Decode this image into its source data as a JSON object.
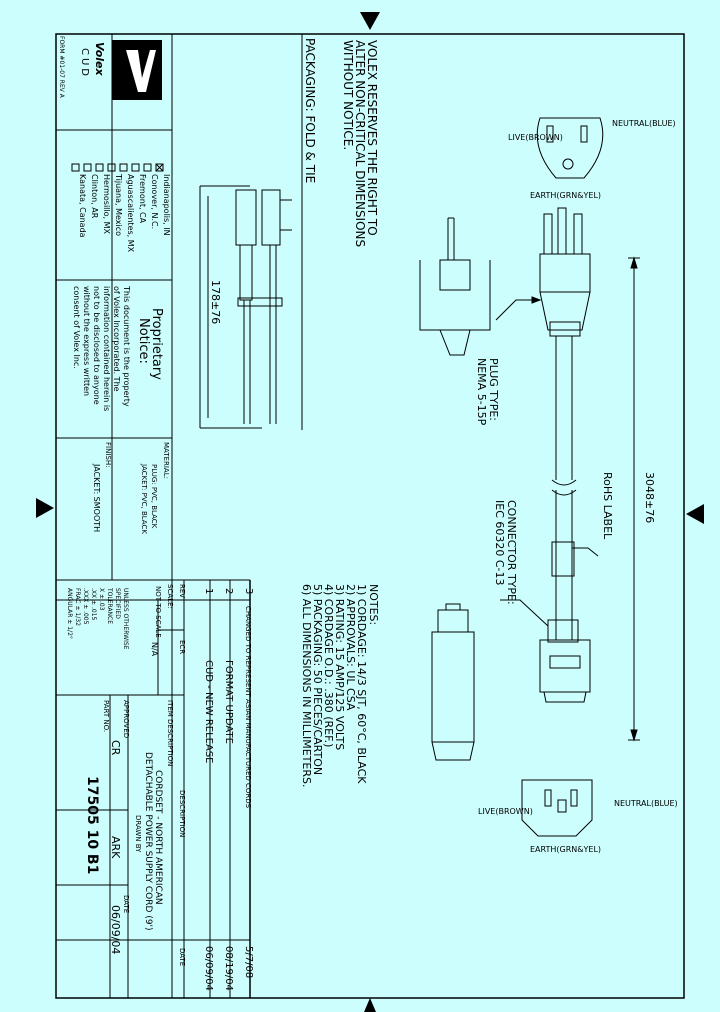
{
  "logo": {
    "brand": "Volex",
    "sub": "CUD"
  },
  "form_no": "FORM #01-07 REV A",
  "locations": [
    {
      "checked": true,
      "label": "Indianapolis, IN"
    },
    {
      "checked": false,
      "label": "Conover, N.C."
    },
    {
      "checked": false,
      "label": "Fremont, CA"
    },
    {
      "checked": false,
      "label": "Aguascalientes, MX"
    },
    {
      "checked": false,
      "label": "Tijuana, Mexico"
    },
    {
      "checked": false,
      "label": "Hermosillo, MX"
    },
    {
      "checked": false,
      "label": "Clinton, AR"
    },
    {
      "checked": false,
      "label": "Kanata, Canada"
    }
  ],
  "proprietary": {
    "title_1": "Proprietary",
    "title_2": "Notice:",
    "lines": [
      "This document is the property",
      "of Volex Incorporated. The",
      "information contained herein is",
      "not to be disclosed to anyone",
      "without the express written",
      "consent of Volex Inc."
    ]
  },
  "material": {
    "label": "MATERIAL:",
    "plug": "PLUG: PVC, BLACK",
    "jacket": "JACKET: PVC, BLACK"
  },
  "finish": {
    "label": "FINISH:",
    "value": "JACKET: SMOOTH"
  },
  "tolerance": {
    "lines": [
      "UNLESS OTHERWISE",
      "SPECIFIED",
      "TOLERANCE",
      "X ± .03",
      ".XX ± .015",
      ".XXX ± .005",
      "FRAC ± 1/32",
      "ANGULAR ± 1/2°"
    ]
  },
  "title_block": {
    "rev_header": "REV",
    "ecr_header": "ECR",
    "description_header": "DESCRIPTION",
    "date_header": "DATE",
    "scale_label": "SCALE:",
    "scale_value": "NOT TO SCALE",
    "ecr_value": "N/A",
    "item_desc_label": "ITEM DESCRIPTION",
    "item_desc_1": "CORDSET - NORTH AMERICAN",
    "item_desc_2": "DETACHABLE POWER SUPPLY CORD (9')",
    "approved_label": "APPROVED",
    "approved_value": "CR",
    "drawn_label": "DRAWN BY",
    "drawn_value": "ARK",
    "date_label": "DATE",
    "date_value": "06/09/04",
    "part_label": "PART NO.",
    "part_value": "17505 10 B1"
  },
  "revisions": [
    {
      "rev": "3",
      "description": "CHANGED TO REPRESENT ASIAN MANUFACTURED CORDS",
      "date": "5/7/08"
    },
    {
      "rev": "2",
      "description": "FORMAT UPDATE",
      "date": "08/19/04"
    },
    {
      "rev": "1",
      "description": "CUD - NEW RELEASE",
      "date": "06/09/04"
    }
  ],
  "notes": {
    "title": "NOTES:",
    "lines": [
      "1) CORDAGE: 14/3 SJT, 60°C, BLACK",
      "2) APPROVALS: UL  CSA",
      "3) RATING: 15 AMP/125 VOLTS",
      "4) CORDAGE O.D.: .380 (REF.)",
      "5) PACKAGING: 50 PIECES/CARTON",
      "6) ALL DIMENSIONS IN MILLIMETERS."
    ]
  },
  "reserve_notice": [
    "VOLEX RESERVES THE RIGHT TO",
    "ALTER NON-CRITICAL DIMENSIONS",
    "WITHOUT NOTICE."
  ],
  "packaging_label": "PACKAGING: FOLD & TIE",
  "dim_total": "3048±76",
  "dim_pack": "178±76",
  "rohs_label": "RoHS LABEL",
  "plug_type": {
    "line1": "PLUG TYPE:",
    "line2": "NEMA 5-15P"
  },
  "connector_type": {
    "line1": "CONNECTOR TYPE:",
    "line2": "IEC 60320 C-13"
  },
  "plug_face": {
    "live": "LIVE(BROWN)",
    "neutral": "NEUTRAL(BLUE)",
    "earth": "EARTH(GRN&YEL)"
  },
  "connector_face": {
    "live": "LIVE(BROWN)",
    "neutral": "NEUTRAL(BLUE)",
    "earth": "EARTH(GRN&YEL)"
  }
}
